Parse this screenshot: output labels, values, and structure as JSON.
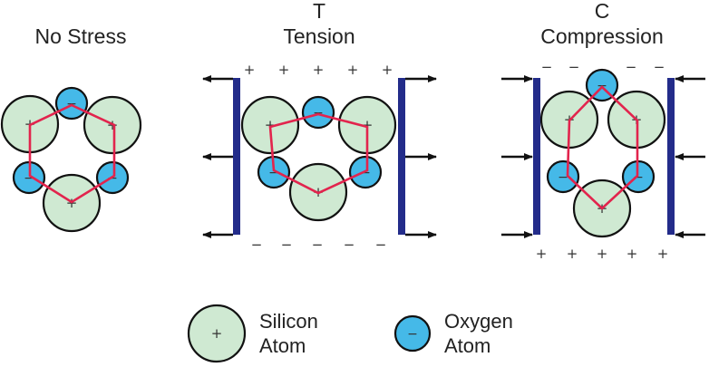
{
  "panels": {
    "no_stress": {
      "title": "No Stress"
    },
    "tension": {
      "letter": "T",
      "title": "Tension",
      "top_sign": "+",
      "bottom_sign": "−"
    },
    "compression": {
      "letter": "C",
      "title": "Compression",
      "top_sign": "−",
      "bottom_sign": "+"
    }
  },
  "atoms": {
    "silicon_sign": "+",
    "oxygen_sign": "−"
  },
  "legend": {
    "silicon_line1": "Silicon",
    "silicon_line2": "Atom",
    "oxygen_line1": "Oxygen",
    "oxygen_line2": "Atom"
  },
  "colors": {
    "silicon_fill": "#cfe9d2",
    "oxygen_fill": "#45b9e8",
    "bond": "#e2244d",
    "plate": "#232c8a",
    "outline": "#111111"
  }
}
